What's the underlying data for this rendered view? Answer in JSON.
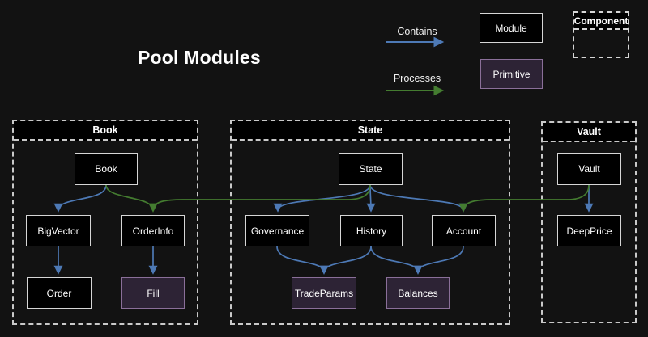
{
  "title": "Pool Modules",
  "legend": {
    "contains": "Contains",
    "processes": "Processes",
    "module": "Module",
    "primitive": "Primitive",
    "component": "Component"
  },
  "containers": {
    "book": {
      "label": "Book"
    },
    "state": {
      "label": "State"
    },
    "vault": {
      "label": "Vault"
    }
  },
  "nodes": {
    "book": "Book",
    "bigvector": "BigVector",
    "orderinfo": "OrderInfo",
    "order": "Order",
    "fill": "Fill",
    "state": "State",
    "governance": "Governance",
    "history": "History",
    "account": "Account",
    "tradeparams": "TradeParams",
    "balances": "Balances",
    "vault": "Vault",
    "deepprice": "DeepPrice"
  },
  "edges": [
    {
      "from": "Book",
      "to": "BigVector",
      "type": "contains"
    },
    {
      "from": "Book",
      "to": "OrderInfo",
      "type": "processes"
    },
    {
      "from": "BigVector",
      "to": "Order",
      "type": "contains"
    },
    {
      "from": "OrderInfo",
      "to": "Fill",
      "type": "contains"
    },
    {
      "from": "State",
      "to": "Governance",
      "type": "contains"
    },
    {
      "from": "State",
      "to": "History",
      "type": "contains"
    },
    {
      "from": "State",
      "to": "Account",
      "type": "contains"
    },
    {
      "from": "State",
      "to": "OrderInfo",
      "type": "processes"
    },
    {
      "from": "Governance",
      "to": "TradeParams",
      "type": "contains"
    },
    {
      "from": "History",
      "to": "TradeParams",
      "type": "contains"
    },
    {
      "from": "History",
      "to": "Balances",
      "type": "contains"
    },
    {
      "from": "Account",
      "to": "Balances",
      "type": "contains"
    },
    {
      "from": "Vault",
      "to": "DeepPrice",
      "type": "contains"
    },
    {
      "from": "Vault",
      "to": "Account",
      "type": "processes"
    }
  ],
  "colors": {
    "background": "#121212",
    "module_fill": "#000000",
    "module_border": "#d6d6d6",
    "primitive_fill": "#2d2335",
    "primitive_border": "#8a6f99",
    "contains_arrow": "#4d79b5",
    "processes_arrow": "#447c30",
    "container_border": "#c9c9c9",
    "text": "#ffffff"
  }
}
